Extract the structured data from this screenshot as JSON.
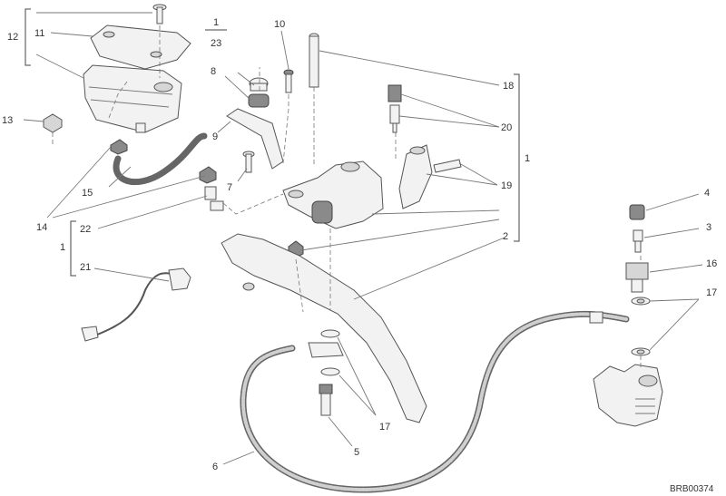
{
  "diagram": {
    "code": "BRB00374",
    "callouts": {
      "c12": "12",
      "c11": "11",
      "c1_top": "1",
      "c23": "23",
      "c8": "8",
      "c10": "10",
      "c18": "18",
      "c20": "20",
      "c13": "13",
      "c9": "9",
      "c1_right": "1",
      "c7": "7",
      "c15": "15",
      "c19": "19",
      "c14": "14",
      "c22": "22",
      "c1_left": "1",
      "c21": "21",
      "c2": "2",
      "c4": "4",
      "c3": "3",
      "c16": "16",
      "c17_right": "17",
      "c17_bottom": "17",
      "c5": "5",
      "c6": "6"
    }
  }
}
